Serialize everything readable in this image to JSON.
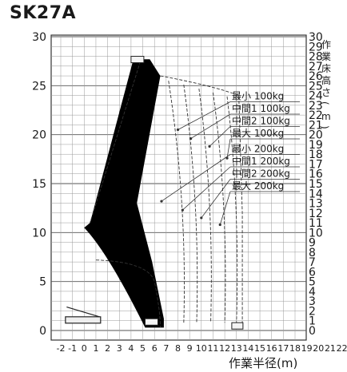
{
  "title": "SK27A",
  "left_axis_ticks": [
    "0",
    "5",
    "10",
    "15",
    "20",
    "25",
    "30"
  ],
  "right_axis_ticks": [
    "0",
    "1",
    "2",
    "3",
    "4",
    "5",
    "6",
    "7",
    "8",
    "9",
    "10",
    "11",
    "12",
    "13",
    "14",
    "15",
    "16",
    "17",
    "18",
    "19",
    "20",
    "21",
    "22",
    "23",
    "24",
    "25",
    "26",
    "27",
    "28",
    "29",
    "30"
  ],
  "bottom_axis_ticks": [
    "-2",
    "-1",
    "0",
    "1",
    "2",
    "3",
    "4",
    "5",
    "6",
    "7",
    "8",
    "9",
    "10",
    "11",
    "12",
    "13",
    "14",
    "15",
    "16",
    "17",
    "18",
    "19",
    "20",
    "21",
    "22"
  ],
  "right_axis_label": "作業床高さ(m)",
  "bottom_axis_label": "作業半径(m)",
  "legend": [
    {
      "label": "最小 100kg"
    },
    {
      "label": "中間1 100kg"
    },
    {
      "label": "中間2 100kg"
    },
    {
      "label": "最大 100kg"
    },
    {
      "label": "最小 200kg"
    },
    {
      "label": "中間1 200kg"
    },
    {
      "label": "中間2 200kg"
    },
    {
      "label": "最大 200kg"
    }
  ]
}
